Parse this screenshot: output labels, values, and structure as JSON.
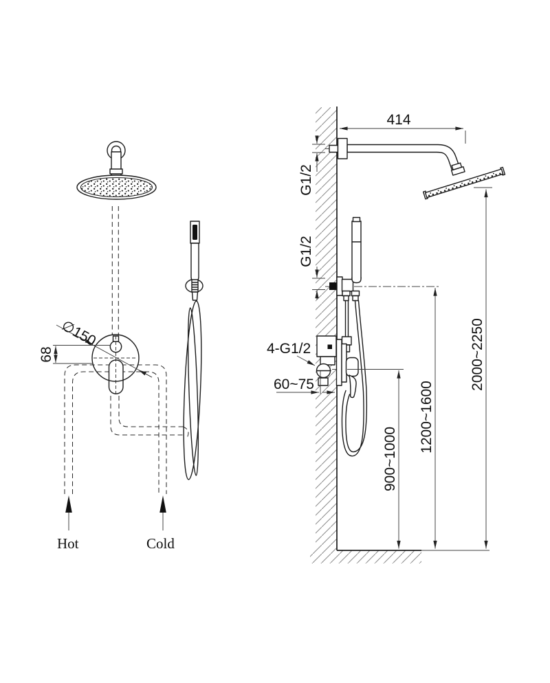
{
  "labels": {
    "hot": "Hot",
    "cold": "Cold"
  },
  "dimensions": {
    "arm_length": "414",
    "shower_arm_thread": "G1/2",
    "hand_shower_thread": "G1/2",
    "valve_threads": "4-G1/2",
    "valve_recess_depth": "60~75",
    "mixer_height": "900~1000",
    "hand_shower_height": "1200~1600",
    "head_height": "2000~2250",
    "trim_diameter": "∅150",
    "diverter_offset": "68"
  },
  "colors": {
    "line": "#1a1a1a",
    "dimension_line": "#3d3d3d",
    "hatch": "#8a8a8a",
    "background": "#ffffff"
  }
}
